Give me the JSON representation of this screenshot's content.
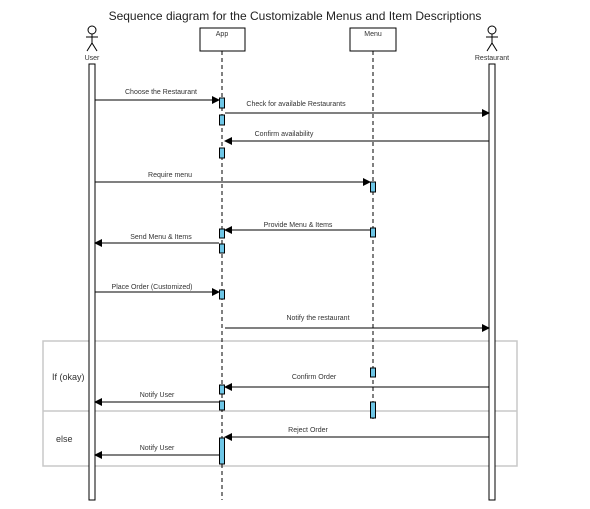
{
  "title": "Sequence diagram for the Customizable Menus and Item Descriptions",
  "colors": {
    "line": "#000000",
    "activation_fill": "#6ec6e6",
    "frame": "#c8c8c8",
    "text": "#222222"
  },
  "participants": [
    {
      "id": "user",
      "label": "User",
      "kind": "actor"
    },
    {
      "id": "app",
      "label": "App",
      "kind": "box"
    },
    {
      "id": "menu",
      "label": "Menu",
      "kind": "box"
    },
    {
      "id": "restaurant",
      "label": "Restaurant",
      "kind": "actor"
    }
  ],
  "messages": [
    {
      "from": "user",
      "to": "app",
      "label": "Choose the Restaurant"
    },
    {
      "from": "app",
      "to": "restaurant",
      "label": "Check for available Restaurants"
    },
    {
      "from": "restaurant",
      "to": "app",
      "label": "Confirm availability"
    },
    {
      "from": "user",
      "to": "menu",
      "label": "Require menu"
    },
    {
      "from": "menu",
      "to": "app",
      "label": "Provide Menu & Items"
    },
    {
      "from": "app",
      "to": "user",
      "label": "Send Menu & Items"
    },
    {
      "from": "user",
      "to": "app",
      "label": "Place Order (Customized)"
    },
    {
      "from": "app",
      "to": "restaurant",
      "label": "Notify the restaurant"
    },
    {
      "from": "restaurant",
      "to": "app",
      "label": "Confirm Order"
    },
    {
      "from": "app",
      "to": "user",
      "label": "Notify User"
    },
    {
      "from": "restaurant",
      "to": "app",
      "label": "Reject Order"
    },
    {
      "from": "app",
      "to": "user",
      "label": "Notify User"
    }
  ],
  "fragments": [
    {
      "label": "If (okay)"
    },
    {
      "label": "else"
    }
  ]
}
